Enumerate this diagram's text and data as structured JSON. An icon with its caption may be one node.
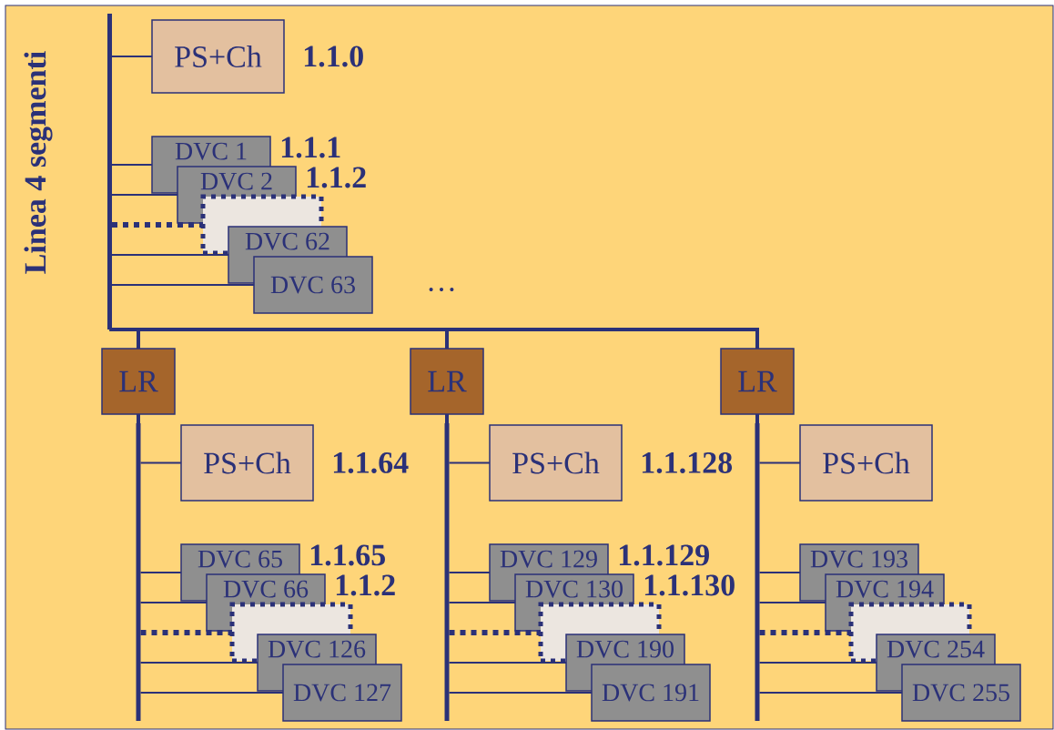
{
  "diagram": {
    "nodes": [
      {
        "text": [],
        "shape": "bar",
        "beside": [
          "Linea 4 segmenti"
        ]
      },
      {
        "text": [
          "PS+Ch"
        ],
        "beside": [
          "1.1.0"
        ]
      },
      {
        "text": [
          "DVC 1"
        ],
        "beside": [
          "1.1.1"
        ]
      },
      {
        "text": [
          "DVC 2"
        ],
        "beside": [
          "1.1.2"
        ]
      },
      {
        "text": [],
        "shape": "box"
      },
      {
        "text": [
          "DVC 62"
        ]
      },
      {
        "text": [
          "DVC 63"
        ]
      },
      {
        "text": [
          "LR"
        ]
      },
      {
        "text": [],
        "shape": "bar"
      },
      {
        "text": [
          "PS+Ch"
        ],
        "beside": [
          "1.1.64"
        ]
      },
      {
        "text": [
          "DVC 65"
        ],
        "beside": [
          "1.1.65"
        ]
      },
      {
        "text": [
          "DVC 66"
        ],
        "beside": [
          "1.1.2"
        ]
      },
      {
        "text": [],
        "shape": "box"
      },
      {
        "text": [
          "DVC 126"
        ]
      },
      {
        "text": [
          "DVC 127"
        ]
      },
      {
        "text": [
          "LR"
        ]
      },
      {
        "text": [],
        "shape": "bar"
      },
      {
        "text": [
          "PS+Ch"
        ],
        "beside": [
          "1.1.128"
        ]
      },
      {
        "text": [
          "DVC 129"
        ],
        "beside": [
          "1.1.129"
        ]
      },
      {
        "text": [
          "DVC 130"
        ],
        "beside": [
          "1.1.130"
        ]
      },
      {
        "text": [],
        "shape": "box"
      },
      {
        "text": [
          "DVC 190"
        ]
      },
      {
        "text": [
          "DVC 191"
        ]
      },
      {
        "text": [
          "LR"
        ]
      },
      {
        "text": [],
        "shape": "bar"
      },
      {
        "text": [
          "PS+Ch"
        ]
      },
      {
        "text": [
          "DVC 193"
        ]
      },
      {
        "text": [
          "DVC 194"
        ]
      },
      {
        "text": [],
        "shape": "box"
      },
      {
        "text": [
          "DVC 254"
        ]
      },
      {
        "text": [
          "DVC 255"
        ]
      }
    ],
    "edges": [
      {
        "from": 0,
        "to": 1,
        "arrow": "none"
      },
      {
        "from": 0,
        "to": 2,
        "arrow": "none"
      },
      {
        "from": 0,
        "to": 3,
        "arrow": "none"
      },
      {
        "from": 0,
        "to": 4,
        "arrow": "none",
        "style": "dashed"
      },
      {
        "from": 0,
        "to": 5,
        "arrow": "none"
      },
      {
        "from": 0,
        "to": 6,
        "arrow": "none"
      },
      {
        "from": 0,
        "to": 7,
        "arrow": "none",
        "style": "thick"
      },
      {
        "from": 0,
        "to": 15,
        "arrow": "none",
        "style": "thick"
      },
      {
        "from": 0,
        "to": 23,
        "arrow": "none",
        "style": "thick"
      },
      {
        "from": 7,
        "to": 8,
        "arrow": "none",
        "style": "thick"
      },
      {
        "from": 8,
        "to": 9,
        "arrow": "none"
      },
      {
        "from": 8,
        "to": 10,
        "arrow": "none"
      },
      {
        "from": 8,
        "to": 11,
        "arrow": "none"
      },
      {
        "from": 8,
        "to": 12,
        "arrow": "none",
        "style": "dashed"
      },
      {
        "from": 8,
        "to": 13,
        "arrow": "none"
      },
      {
        "from": 8,
        "to": 14,
        "arrow": "none"
      },
      {
        "from": 15,
        "to": 16,
        "arrow": "none",
        "style": "thick"
      },
      {
        "from": 16,
        "to": 17,
        "arrow": "none"
      },
      {
        "from": 16,
        "to": 18,
        "arrow": "none"
      },
      {
        "from": 16,
        "to": 19,
        "arrow": "none"
      },
      {
        "from": 16,
        "to": 20,
        "arrow": "none",
        "style": "dashed"
      },
      {
        "from": 16,
        "to": 21,
        "arrow": "none"
      },
      {
        "from": 16,
        "to": 22,
        "arrow": "none"
      },
      {
        "from": 23,
        "to": 24,
        "arrow": "none",
        "style": "thick"
      },
      {
        "from": 24,
        "to": 25,
        "arrow": "none"
      },
      {
        "from": 24,
        "to": 26,
        "arrow": "none"
      },
      {
        "from": 24,
        "to": 27,
        "arrow": "none"
      },
      {
        "from": 24,
        "to": 28,
        "arrow": "none",
        "style": "dashed"
      },
      {
        "from": 24,
        "to": 29,
        "arrow": "none"
      },
      {
        "from": 24,
        "to": 30,
        "arrow": "none"
      }
    ],
    "labels": [
      "…"
    ]
  }
}
